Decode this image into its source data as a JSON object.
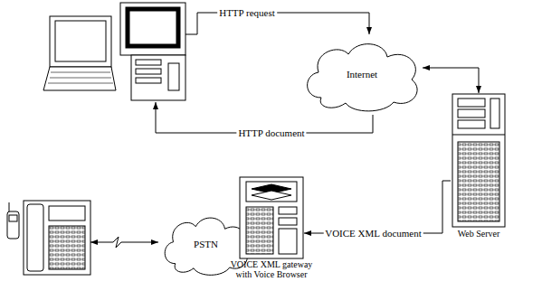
{
  "diagram": {
    "nodes": [
      {
        "text": [
          "Internet"
        ]
      },
      {
        "text": [
          "Web Server"
        ]
      },
      {
        "text": [
          "PSTN"
        ]
      },
      {
        "text": [
          "VOICE XML gateway with Voice Browser"
        ]
      }
    ],
    "edges": [
      {
        "from": 0,
        "to": 1,
        "arrow": "both"
      },
      {
        "from": 1,
        "to": 3,
        "label": "VOICE XML document",
        "arrow": "to"
      },
      {
        "from": 2,
        "to": 3,
        "arrow": "both"
      }
    ],
    "labels": [
      "HTTP request",
      "HTTP document"
    ]
  }
}
